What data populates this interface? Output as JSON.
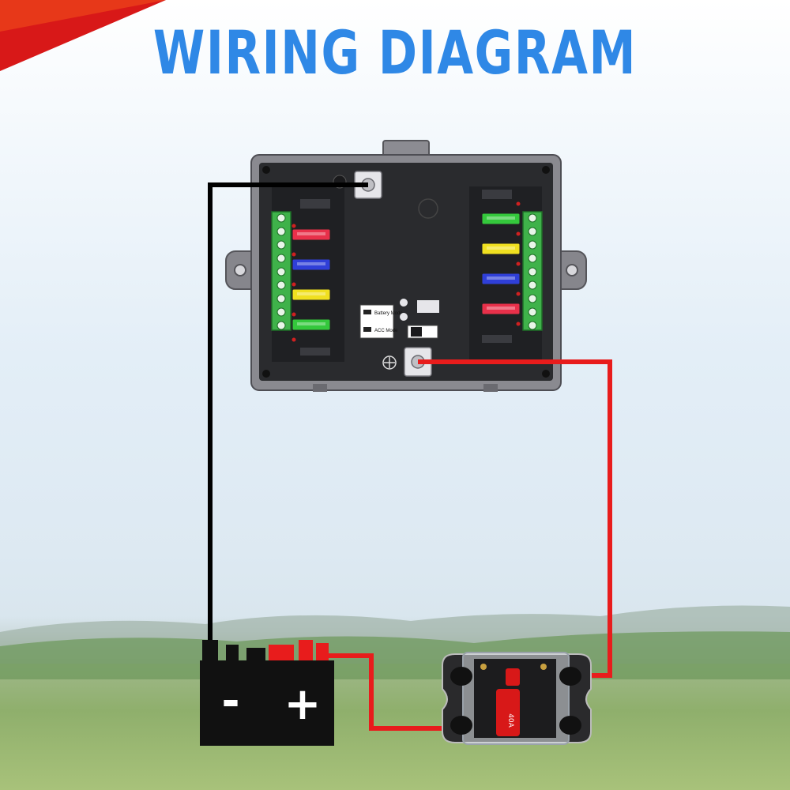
{
  "title": "WIRING DIAGRAM",
  "fuse_box": {
    "switch_label_top": "Battery Mode",
    "switch_label_bottom": "ACC Mode"
  },
  "battery": {
    "negative_symbol": "-",
    "positive_symbol": "+"
  },
  "breaker": {
    "rating_label": "40A"
  },
  "colors": {
    "title": "#2f88e6",
    "accent_corner": "#d81818",
    "negative_wire": "#000000",
    "positive_wire": "#e81c1c",
    "battery_body": "#111111",
    "terminal_green": "#3fb24a"
  },
  "fuses_left": [
    {
      "color": "#e8304a"
    },
    {
      "color": "#2f3fd8"
    },
    {
      "color": "#f0e020"
    },
    {
      "color": "#34c83c"
    }
  ],
  "fuses_right": [
    {
      "color": "#34c83c"
    },
    {
      "color": "#f0e020"
    },
    {
      "color": "#2f3fd8"
    },
    {
      "color": "#e8304a"
    }
  ]
}
